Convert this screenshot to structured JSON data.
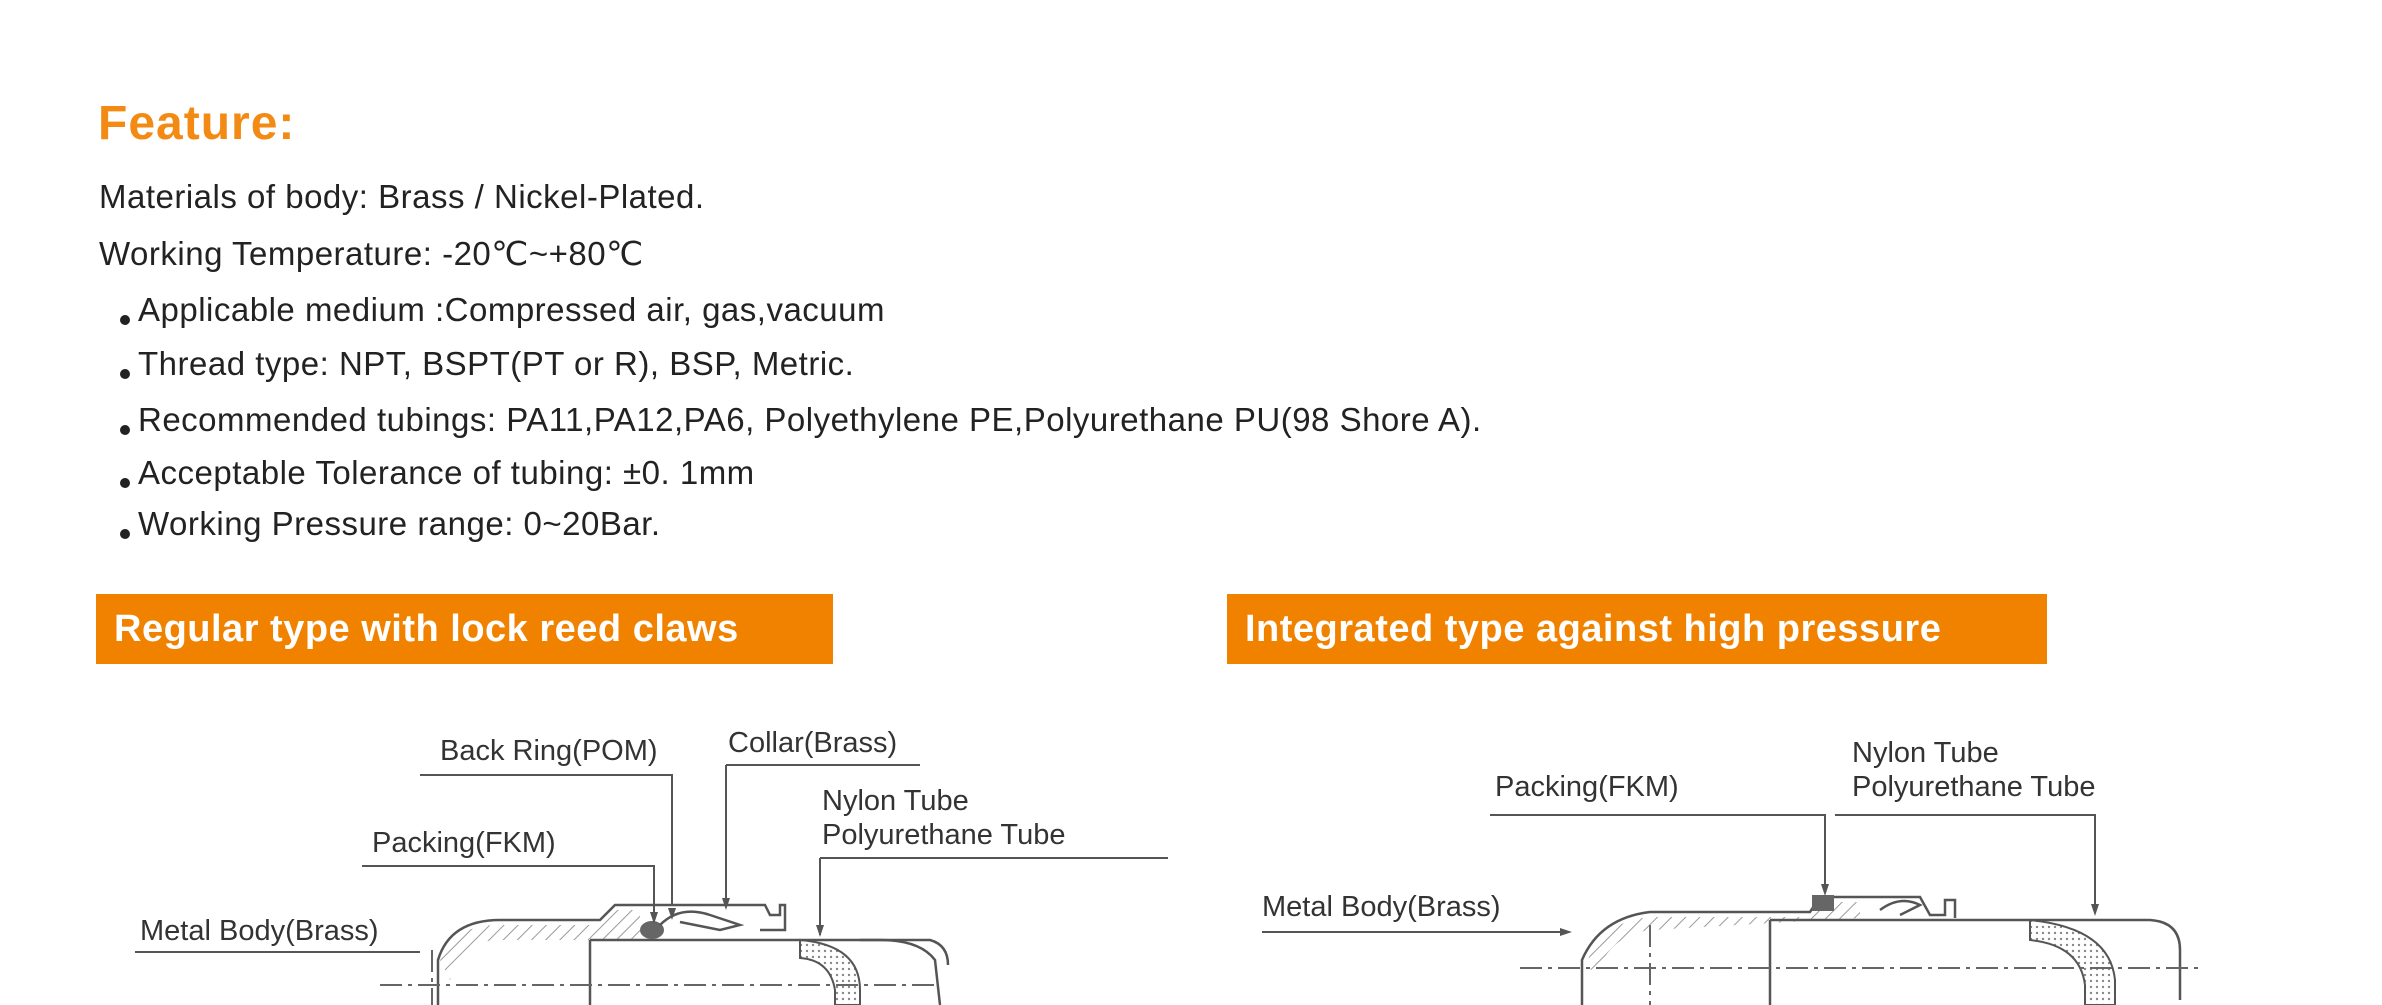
{
  "feature": {
    "title": "Feature:",
    "lines": [
      "Materials of body: Brass / Nickel-Plated.",
      "Working Temperature: -20℃~+80℃"
    ],
    "bullets": [
      "Applicable medium :Compressed air, gas,vacuum",
      "Thread type: NPT, BSPT(PT or R), BSP, Metric.",
      "Recommended tubings: PA11,PA12,PA6, Polyethylene PE,Polyurethane PU(98 Shore A).",
      "Acceptable Tolerance of tubing:  ±0. 1mm",
      "Working Pressure range: 0~20Bar."
    ]
  },
  "sections": {
    "regular": {
      "title": "Regular type with lock reed claws",
      "labels": {
        "back_ring": "Back Ring(POM)",
        "collar": "Collar(Brass)",
        "nylon": "Nylon Tube",
        "polyurethane": "Polyurethane Tube",
        "packing": "Packing(FKM)",
        "metal_body": "Metal Body(Brass)"
      }
    },
    "integrated": {
      "title": "Integrated type against high pressure",
      "labels": {
        "nylon": "Nylon Tube",
        "polyurethane": "Polyurethane Tube",
        "packing": "Packing(FKM)",
        "metal_body": "Metal Body(Brass)"
      }
    }
  },
  "colors": {
    "accent": "#f28a14",
    "banner": "#f08200",
    "text": "#222222"
  }
}
